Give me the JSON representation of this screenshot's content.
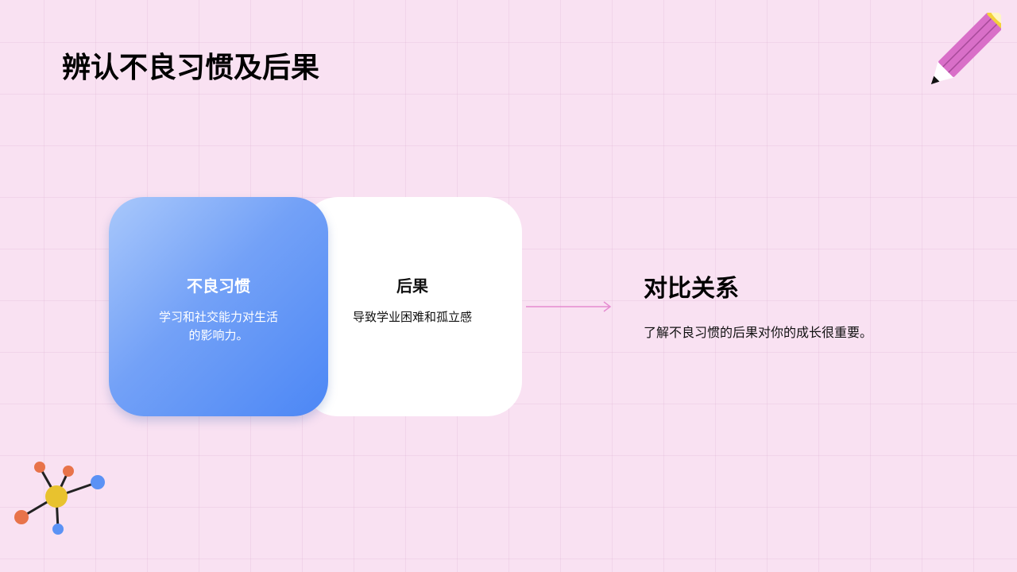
{
  "page": {
    "title": "辨认不良习惯及后果"
  },
  "cards": {
    "habit": {
      "heading": "不良习惯",
      "text": "学习和社交能力对生活的影响力。"
    },
    "consequence": {
      "heading": "后果",
      "text": "导致学业困难和孤立感"
    }
  },
  "relation": {
    "heading": "对比关系",
    "text": "了解不良习惯的后果对你的成长很重要。"
  },
  "icons": {
    "pencil": "pencil-icon",
    "molecule": "molecule-icon",
    "arrow": "arrow-right-icon"
  },
  "colors": {
    "background": "#f9e1f2",
    "card_blue": "#4c87f5",
    "card_white": "#ffffff",
    "arrow": "#e58ad0",
    "pencil_body": "#d96fc8",
    "molecule_center": "#e8c22e",
    "molecule_orange": "#e8734a",
    "molecule_blue": "#5b92f5"
  }
}
